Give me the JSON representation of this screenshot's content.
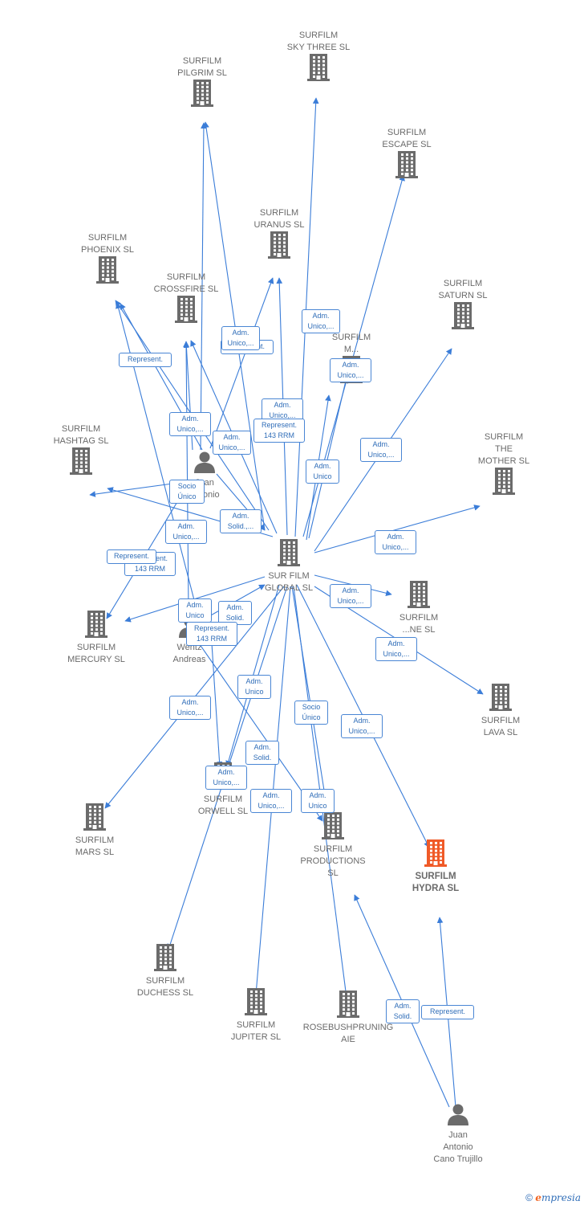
{
  "nodes": [
    {
      "id": "global",
      "type": "company",
      "label": "SUR FILM\nGLOBAL  SL"
    },
    {
      "id": "skythree",
      "type": "company",
      "label": "SURFILM\nSKY THREE  SL"
    },
    {
      "id": "pilgrim",
      "type": "company",
      "label": "SURFILM\nPILGRIM  SL"
    },
    {
      "id": "escape",
      "type": "company",
      "label": "SURFILM\nESCAPE  SL"
    },
    {
      "id": "uranus",
      "type": "company",
      "label": "SURFILM\nURANUS  SL"
    },
    {
      "id": "phoenix",
      "type": "company",
      "label": "SURFILM\nPHOENIX  SL"
    },
    {
      "id": "crossfire",
      "type": "company",
      "label": "SURFILM\nCROSSFIRE  SL"
    },
    {
      "id": "saturn",
      "type": "company",
      "label": "SURFILM\nSATURN  SL"
    },
    {
      "id": "mid",
      "type": "company",
      "label": "SURFILM\nM..."
    },
    {
      "id": "hashtag",
      "type": "company",
      "label": "SURFILM\nHASHTAG  SL"
    },
    {
      "id": "mother",
      "type": "company",
      "label": "SURFILM\nTHE\nMOTHER  SL"
    },
    {
      "id": "mercury",
      "type": "company",
      "label": "SURFILM\nMERCURY  SL"
    },
    {
      "id": "nine",
      "type": "company",
      "label": "SURFILM\n...NE  SL"
    },
    {
      "id": "lava",
      "type": "company",
      "label": "SURFILM\nLAVA  SL"
    },
    {
      "id": "orwell",
      "type": "company",
      "label": "SURFILM\nORWELL  SL"
    },
    {
      "id": "mars",
      "type": "company",
      "label": "SURFILM\nMARS  SL"
    },
    {
      "id": "productions",
      "type": "company",
      "label": "SURFILM\nPRODUCTIONS\nSL"
    },
    {
      "id": "hydra",
      "type": "company",
      "label": "SURFILM\nHYDRA  SL",
      "highlight": true
    },
    {
      "id": "duchess",
      "type": "company",
      "label": "SURFILM\nDUCHESS  SL"
    },
    {
      "id": "jupiter",
      "type": "company",
      "label": "SURFILM\nJUPITER  SL"
    },
    {
      "id": "rosebush",
      "type": "company",
      "label": "ROSEBUSHPRUNING\nAIE"
    },
    {
      "id": "juan1",
      "type": "person",
      "label": "Juan\nAntonio"
    },
    {
      "id": "wentz",
      "type": "person",
      "label": "Wentz\nAndreas"
    },
    {
      "id": "juan2",
      "type": "person",
      "label": "Juan\nAntonio\nCano Trujillo"
    }
  ],
  "badges": [
    {
      "text": "Adm.\nUnico,..."
    },
    {
      "text": "Represent."
    },
    {
      "text": "Adm.\nUnico,..."
    },
    {
      "text": "Represent."
    },
    {
      "text": "Adm.\nUnico,..."
    },
    {
      "text": "Adm.\nUnico,..."
    },
    {
      "text": "Adm.\nUnico,..."
    },
    {
      "text": "Represent.\n143 RRM"
    },
    {
      "text": "Adm.\nUnico,..."
    },
    {
      "text": "Adm.\nUnico"
    },
    {
      "text": "Adm.\nUnico,..."
    },
    {
      "text": "Socio\nÚnico"
    },
    {
      "text": "Adm.\nSolid.,..."
    },
    {
      "text": "Adm.\nUnico,..."
    },
    {
      "text": "Adm.\nUnico,..."
    },
    {
      "text": "Represent.\n143 RRM"
    },
    {
      "text": "Represent."
    },
    {
      "text": "Adm.\nUnico,..."
    },
    {
      "text": "Adm.\nUnico"
    },
    {
      "text": "Adm.\nSolid."
    },
    {
      "text": "Represent.\n143 RRM"
    },
    {
      "text": "Adm.\nUnico,..."
    },
    {
      "text": "Adm.\nUnico"
    },
    {
      "text": "Adm.\nUnico,..."
    },
    {
      "text": "Socio\nÚnico"
    },
    {
      "text": "Adm.\nUnico,..."
    },
    {
      "text": "Adm.\nSolid."
    },
    {
      "text": "Adm.\nUnico,..."
    },
    {
      "text": "Adm.\nUnico,..."
    },
    {
      "text": "Adm.\nUnico"
    },
    {
      "text": "Adm.\nSolid."
    },
    {
      "text": "Represent."
    }
  ],
  "colors": {
    "edge": "#3b7dd8",
    "company_icon": "#6b6b6b",
    "highlight_icon": "#f05a28",
    "person_icon": "#6b6b6b"
  },
  "footer": {
    "copyright": "©",
    "brand_initial": "e",
    "brand_rest": "mpresia"
  }
}
